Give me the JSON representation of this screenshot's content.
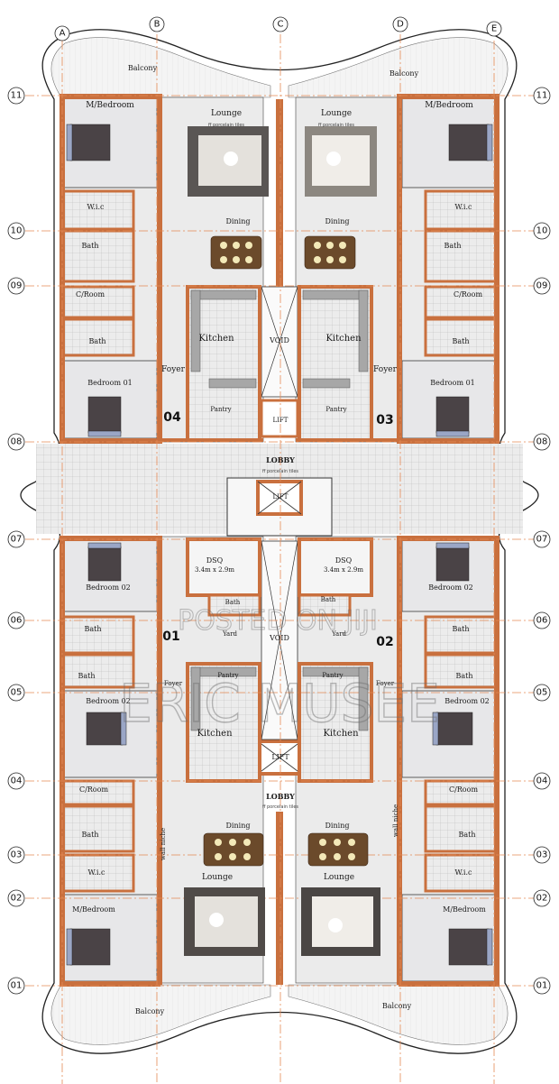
{
  "grid": {
    "columns": [
      "A",
      "B",
      "C",
      "D",
      "E"
    ],
    "rows": [
      "11",
      "10",
      "09",
      "08",
      "07",
      "06",
      "05",
      "04",
      "03",
      "02",
      "01"
    ]
  },
  "rooms": {
    "balcony": "Balcony",
    "master_bedroom": "M/Bedroom",
    "lounge": "Lounge",
    "dining": "Dining",
    "wic": "W.i.c",
    "bath": "Bath",
    "cloak_room": "C/Room",
    "kitchen": "Kitchen",
    "void": "VOID",
    "foyer": "Foyer",
    "bedroom_01": "Bedroom 01",
    "bedroom_02": "Bedroom 02",
    "pantry": "Pantry",
    "lift": "LIFT",
    "lobby": "LOBBY",
    "dsq": "DSQ",
    "dsq_size": "3.4m x 2.9m",
    "yard": "Yard",
    "wall_niche": "wall niche",
    "porcelain": "ff porcelain tiles"
  },
  "units": [
    "04",
    "03",
    "01",
    "02"
  ],
  "watermark": {
    "line1": "POSTED ON JIJI",
    "line2": "ERIC MUSEE"
  }
}
